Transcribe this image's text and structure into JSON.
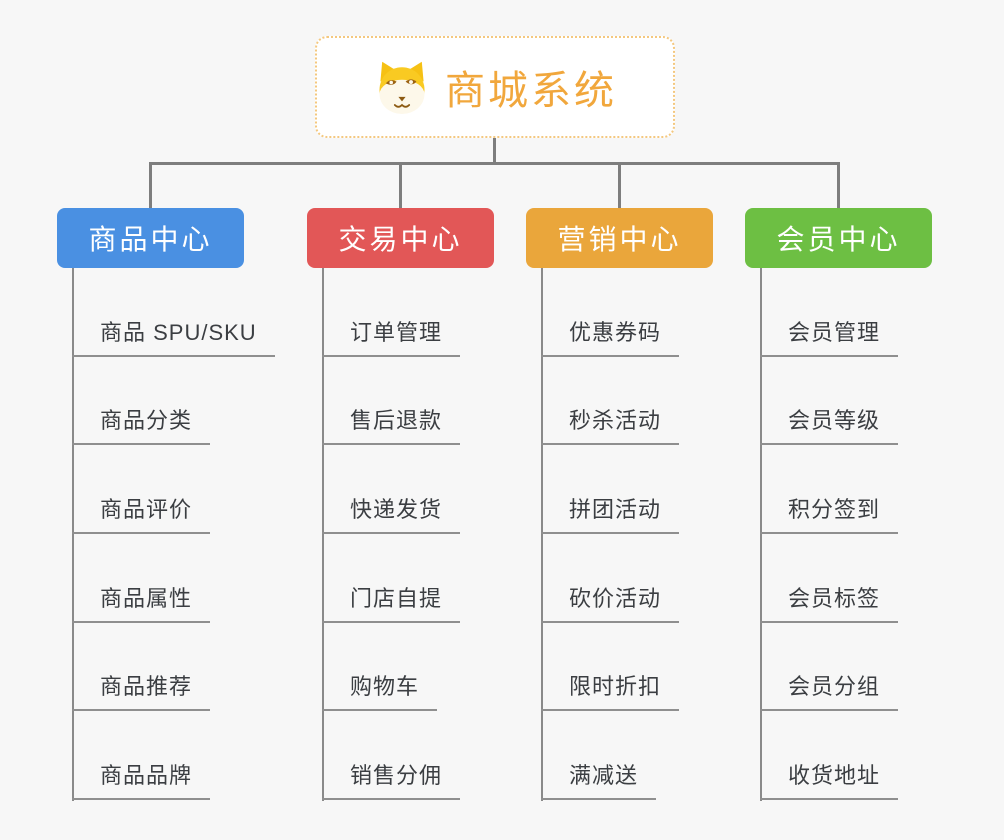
{
  "root": {
    "title": "商城系统",
    "title_color": "#f1a73c",
    "border_color": "#f4c87f",
    "icon": "dog-face-icon"
  },
  "connector_color": "#7e7e7e",
  "branches": [
    {
      "label": "商品中心",
      "color": "#4a90e2",
      "children": [
        "商品 SPU/SKU",
        "商品分类",
        "商品评价",
        "商品属性",
        "商品推荐",
        "商品品牌"
      ]
    },
    {
      "label": "交易中心",
      "color": "#e25757",
      "children": [
        "订单管理",
        "售后退款",
        "快递发货",
        "门店自提",
        "购物车",
        "销售分佣"
      ]
    },
    {
      "label": "营销中心",
      "color": "#eaa63b",
      "children": [
        "优惠券码",
        "秒杀活动",
        "拼团活动",
        "砍价活动",
        "限时折扣",
        "满减送"
      ]
    },
    {
      "label": "会员中心",
      "color": "#6dbf43",
      "children": [
        "会员管理",
        "会员等级",
        "积分签到",
        "会员标签",
        "会员分组",
        "收货地址"
      ]
    }
  ]
}
